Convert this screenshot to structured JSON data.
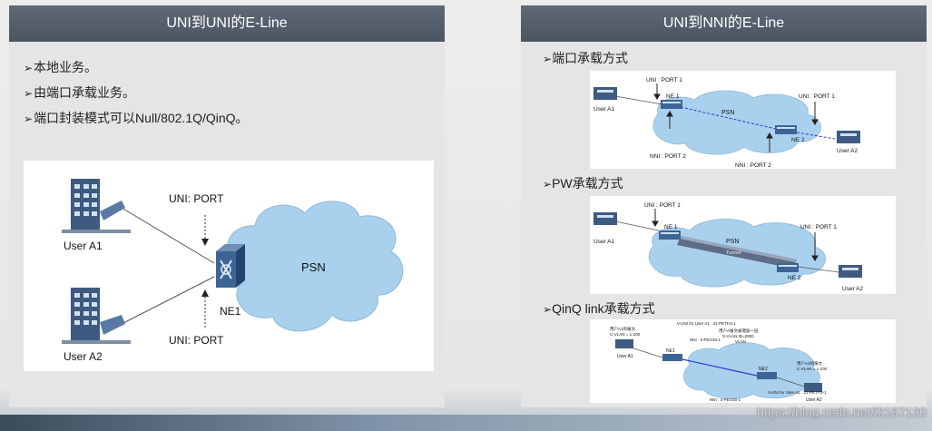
{
  "left": {
    "title": "UNI到UNI的E-Line",
    "bullets": [
      "本地业务。",
      "由端口承载业务。",
      "端口封装模式可以Null/802.1Q/QinQ。"
    ],
    "diagram": {
      "user_a1": "User A1",
      "user_a2": "User A2",
      "uni_top": "UNI: PORT",
      "uni_bottom": "UNI: PORT",
      "psn": "PSN",
      "ne1": "NE1"
    }
  },
  "right": {
    "title": "UNI到NNI的E-Line",
    "sections": [
      {
        "heading": "端口承载方式",
        "labels": {
          "uni_left": "UNI : PORT 1",
          "ne1": "NE 1",
          "psn": "PSN",
          "uni_right": "UNI : PORT 1",
          "ne2": "NE 2",
          "user_a1": "User A1",
          "user_a2": "User A2",
          "nni_left": "NNI : PORT 2",
          "nni_right": "NNI : PORT 2"
        }
      },
      {
        "heading": "PW承载方式",
        "labels": {
          "uni_left": "UNI : PORT 1",
          "ne1": "NE 1",
          "psn": "PSN",
          "tunnel": "Tunnel",
          "uni_right": "UNI : PORT 1",
          "ne2": "NE 2",
          "user_a1": "User A1",
          "user_a2": "User A2"
        }
      },
      {
        "heading": "QinQ link承载方式",
        "labels": {
          "vuni_a1": "V-UNI for User A1 : 21-PETF.6-1",
          "user_a1_pkt": "用户A1的报文",
          "cvlan_a1": "C-VLAN = 1-100",
          "unify": "用户A报文被增加一层",
          "svlan": "S-VLAN ID=2000",
          "vlan": "VLAN",
          "nni_a": "NNI : 3-PEO16-1",
          "ne1": "NE1",
          "ne2": "NE2",
          "user_a1": "User A1",
          "user_a2_pkt": "用户A2的报文",
          "cvlan_a2": "C-VLAN = 1-100",
          "user_a2": "User A2",
          "vuni_a2": "V-UNI for User A2 : 21-PETF.8-1",
          "nni_b": "NNI : 3-PEO16-1"
        }
      }
    ]
  },
  "watermark": "https://blog.csdn.net/i2167120",
  "colors": {
    "header_bg": "#4f5966",
    "panel_bg": "#e5e5e5",
    "cloud": "#a9d1ee",
    "building": "#3e5a80",
    "link": "#3333cc"
  }
}
